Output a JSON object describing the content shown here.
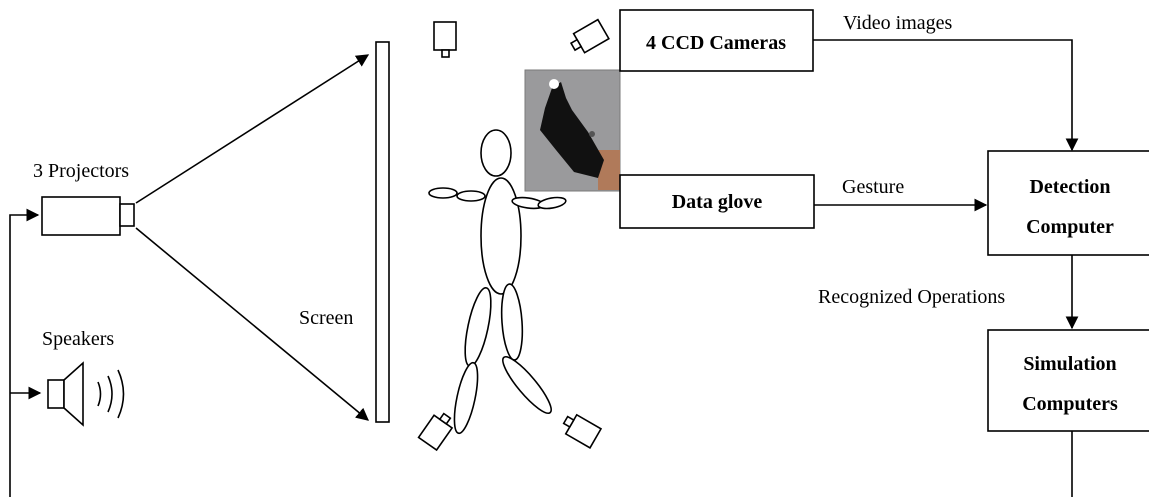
{
  "labels": {
    "projectors": "3 Projectors",
    "speakers": "Speakers",
    "screen": "Screen",
    "cameras": "4 CCD Cameras",
    "video_images": "Video images",
    "data_glove": "Data glove",
    "gesture": "Gesture",
    "detection_line1": "Detection",
    "detection_line2": "Computer",
    "recognized_operations": "Recognized Operations",
    "simulation_line1": "Simulation",
    "simulation_line2": "Computers"
  }
}
